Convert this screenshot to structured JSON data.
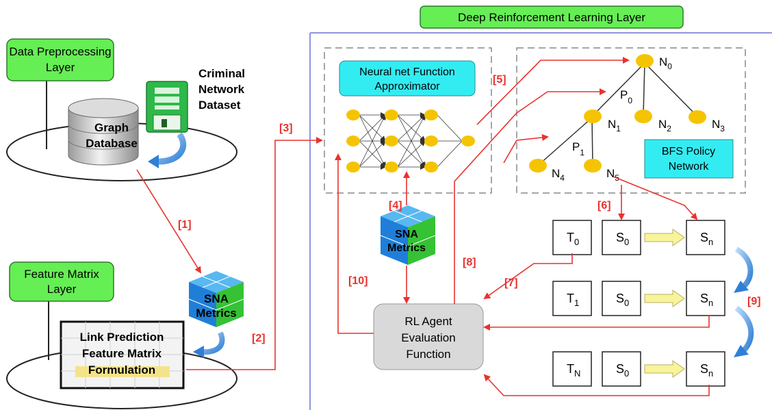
{
  "layers": {
    "drl": "Deep Reinforcement Learning Layer",
    "preprocessing": [
      "Data Preprocessing",
      "Layer"
    ],
    "feature_matrix": [
      "Feature Matrix",
      "Layer"
    ]
  },
  "dataset": [
    "Criminal",
    "Network",
    "Dataset"
  ],
  "graph_db": [
    "Graph",
    "Database"
  ],
  "sna_metrics": [
    "SNA",
    "Metrics"
  ],
  "feature_box": [
    "Link Prediction",
    "Feature  Matrix",
    "Formulation"
  ],
  "neural_net": [
    "Neural net Function",
    "Approximator"
  ],
  "bfs_policy": [
    "BFS  Policy",
    "Network"
  ],
  "rl_agent": [
    "RL Agent",
    "Evaluation",
    "Function"
  ],
  "nodes": {
    "n0": {
      "base": "N",
      "sub": "0"
    },
    "n1": {
      "base": "N",
      "sub": "1"
    },
    "n2": {
      "base": "N",
      "sub": "2"
    },
    "n3": {
      "base": "N",
      "sub": "3"
    },
    "n4": {
      "base": "N",
      "sub": "4"
    },
    "n5": {
      "base": "N",
      "sub": "5"
    },
    "p0": {
      "base": "P",
      "sub": "0"
    },
    "p1": {
      "base": "P",
      "sub": "1"
    }
  },
  "t_boxes": [
    {
      "base": "T",
      "sub": "0"
    },
    {
      "base": "T",
      "sub": "1"
    },
    {
      "base": "T",
      "sub": "N"
    }
  ],
  "s_start": {
    "base": "S",
    "sub": "0"
  },
  "s_end": {
    "base": "S",
    "sub": "n"
  },
  "steps": [
    "[1]",
    "[2]",
    "[3]",
    "[4]",
    "[5]",
    "[6]",
    "[7]",
    "[8]",
    "[9]",
    "[10]"
  ],
  "colors": {
    "green": "#66ee55",
    "cyan": "#33ecf2",
    "red": "#e8322e",
    "node": "#f5c400",
    "frame": "#8f95e0",
    "cube_blue": "#2a8be0",
    "cube_green": "#35c235",
    "rl_box": "#d9d9d9"
  }
}
